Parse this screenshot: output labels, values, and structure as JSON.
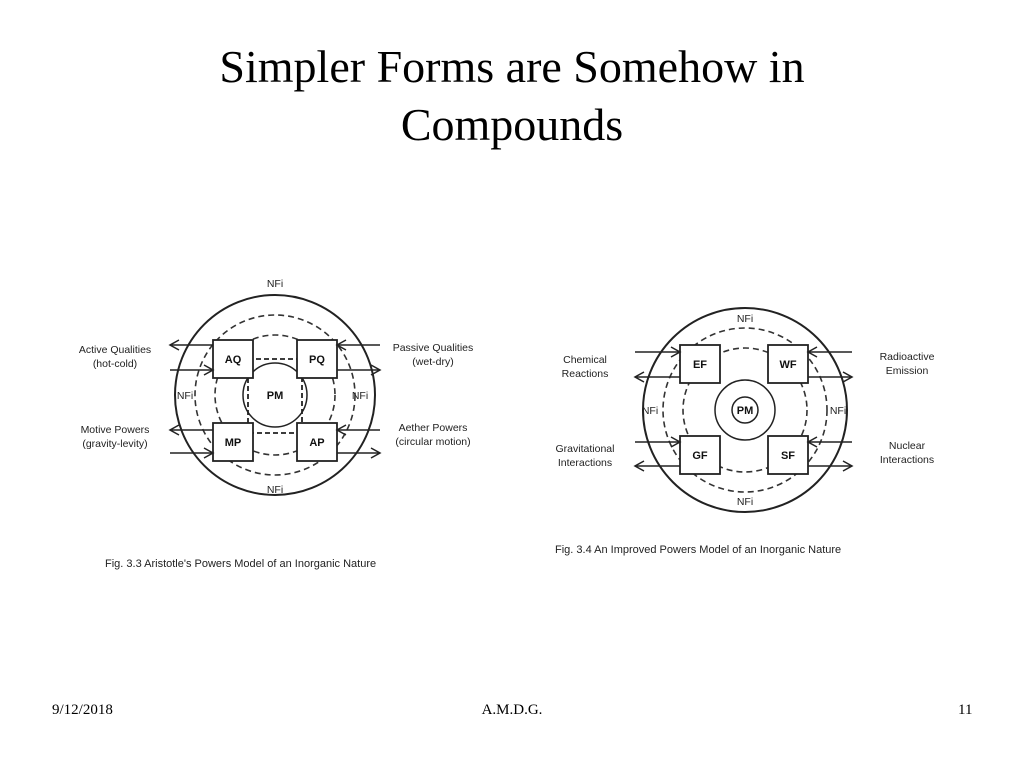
{
  "slide": {
    "title_line1": "Simpler Forms are Somehow in",
    "title_line2": "Compounds"
  },
  "fig1": {
    "caption": "Fig. 3.3 Aristotle's Powers Model of an Inorganic Nature",
    "center": "PM",
    "boxes": [
      "AQ",
      "PQ",
      "MP",
      "AP"
    ],
    "nf_top": "NFi",
    "nf_bottom": "NFi",
    "nf_left": "NFi",
    "nf_right": "NFi",
    "left_labels": [
      [
        "Active Qualities",
        "(hot-cold)"
      ],
      [
        "Motive Powers",
        "(gravity-levity)"
      ]
    ],
    "right_labels": [
      [
        "Passive Qualities",
        "(wet-dry)"
      ],
      [
        "Aether Powers",
        "(circular motion)"
      ]
    ]
  },
  "fig2": {
    "caption": "Fig. 3.4 An Improved Powers Model of an Inorganic Nature",
    "center": "PM",
    "boxes": [
      "EF",
      "WF",
      "GF",
      "SF"
    ],
    "nf_top": "NFi",
    "nf_bottom": "NFi",
    "nf_left": "NFi",
    "nf_right": "NFi",
    "left_labels": [
      [
        "Chemical",
        "Reactions"
      ],
      [
        "Gravitational",
        "Interactions"
      ]
    ],
    "right_labels": [
      [
        "Radioactive",
        "Emission"
      ],
      [
        "Nuclear",
        "Interactions"
      ]
    ]
  },
  "footer": {
    "date": "9/12/2018",
    "center": "A.M.D.G.",
    "page": "11"
  }
}
